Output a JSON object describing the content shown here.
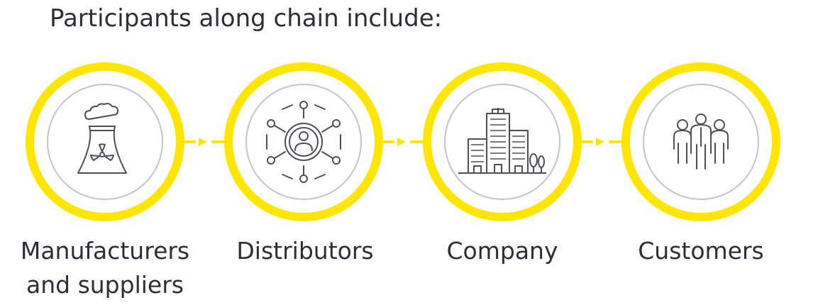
{
  "title": "Participants along chain include:",
  "colors": {
    "ring": "#ffe600",
    "inner_ring": "#c4c4cd",
    "icon": "#4f4f5c",
    "text": "#2e2e38"
  },
  "nodes": [
    {
      "id": "manufacturers",
      "icon": "nuclear-plant-icon",
      "label_lines": [
        "Manufacturers",
        "and suppliers"
      ]
    },
    {
      "id": "distributors",
      "icon": "network-person-icon",
      "label_lines": [
        "Distributors"
      ]
    },
    {
      "id": "company",
      "icon": "office-buildings-icon",
      "label_lines": [
        "Company"
      ]
    },
    {
      "id": "customers",
      "icon": "people-group-icon",
      "label_lines": [
        "Customers"
      ]
    }
  ]
}
